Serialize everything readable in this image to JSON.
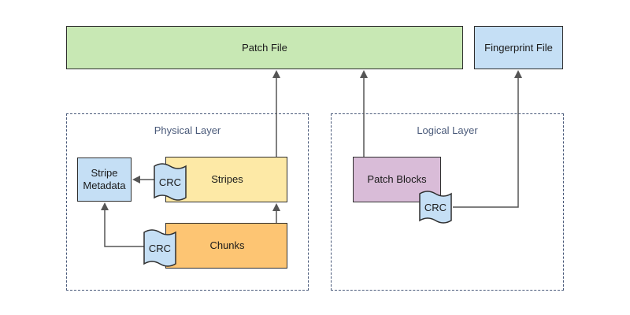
{
  "nodes": {
    "patch_file": "Patch File",
    "fingerprint_file": "Fingerprint File",
    "stripe_metadata_line1": "Stripe",
    "stripe_metadata_line2": "Metadata",
    "stripes": "Stripes",
    "chunks": "Chunks",
    "patch_blocks": "Patch Blocks"
  },
  "layers": {
    "physical": "Physical Layer",
    "logical": "Logical Layer"
  },
  "crc_label": "CRC",
  "colors": {
    "patch_file_fill": "#c8e8b4",
    "blue_fill": "#c5dff5",
    "stripes_fill": "#fde9a6",
    "chunks_fill": "#fdc573",
    "patch_blocks_fill": "#d9bcd8",
    "edge": "#555555",
    "layer_border": "#4a5a7a"
  }
}
